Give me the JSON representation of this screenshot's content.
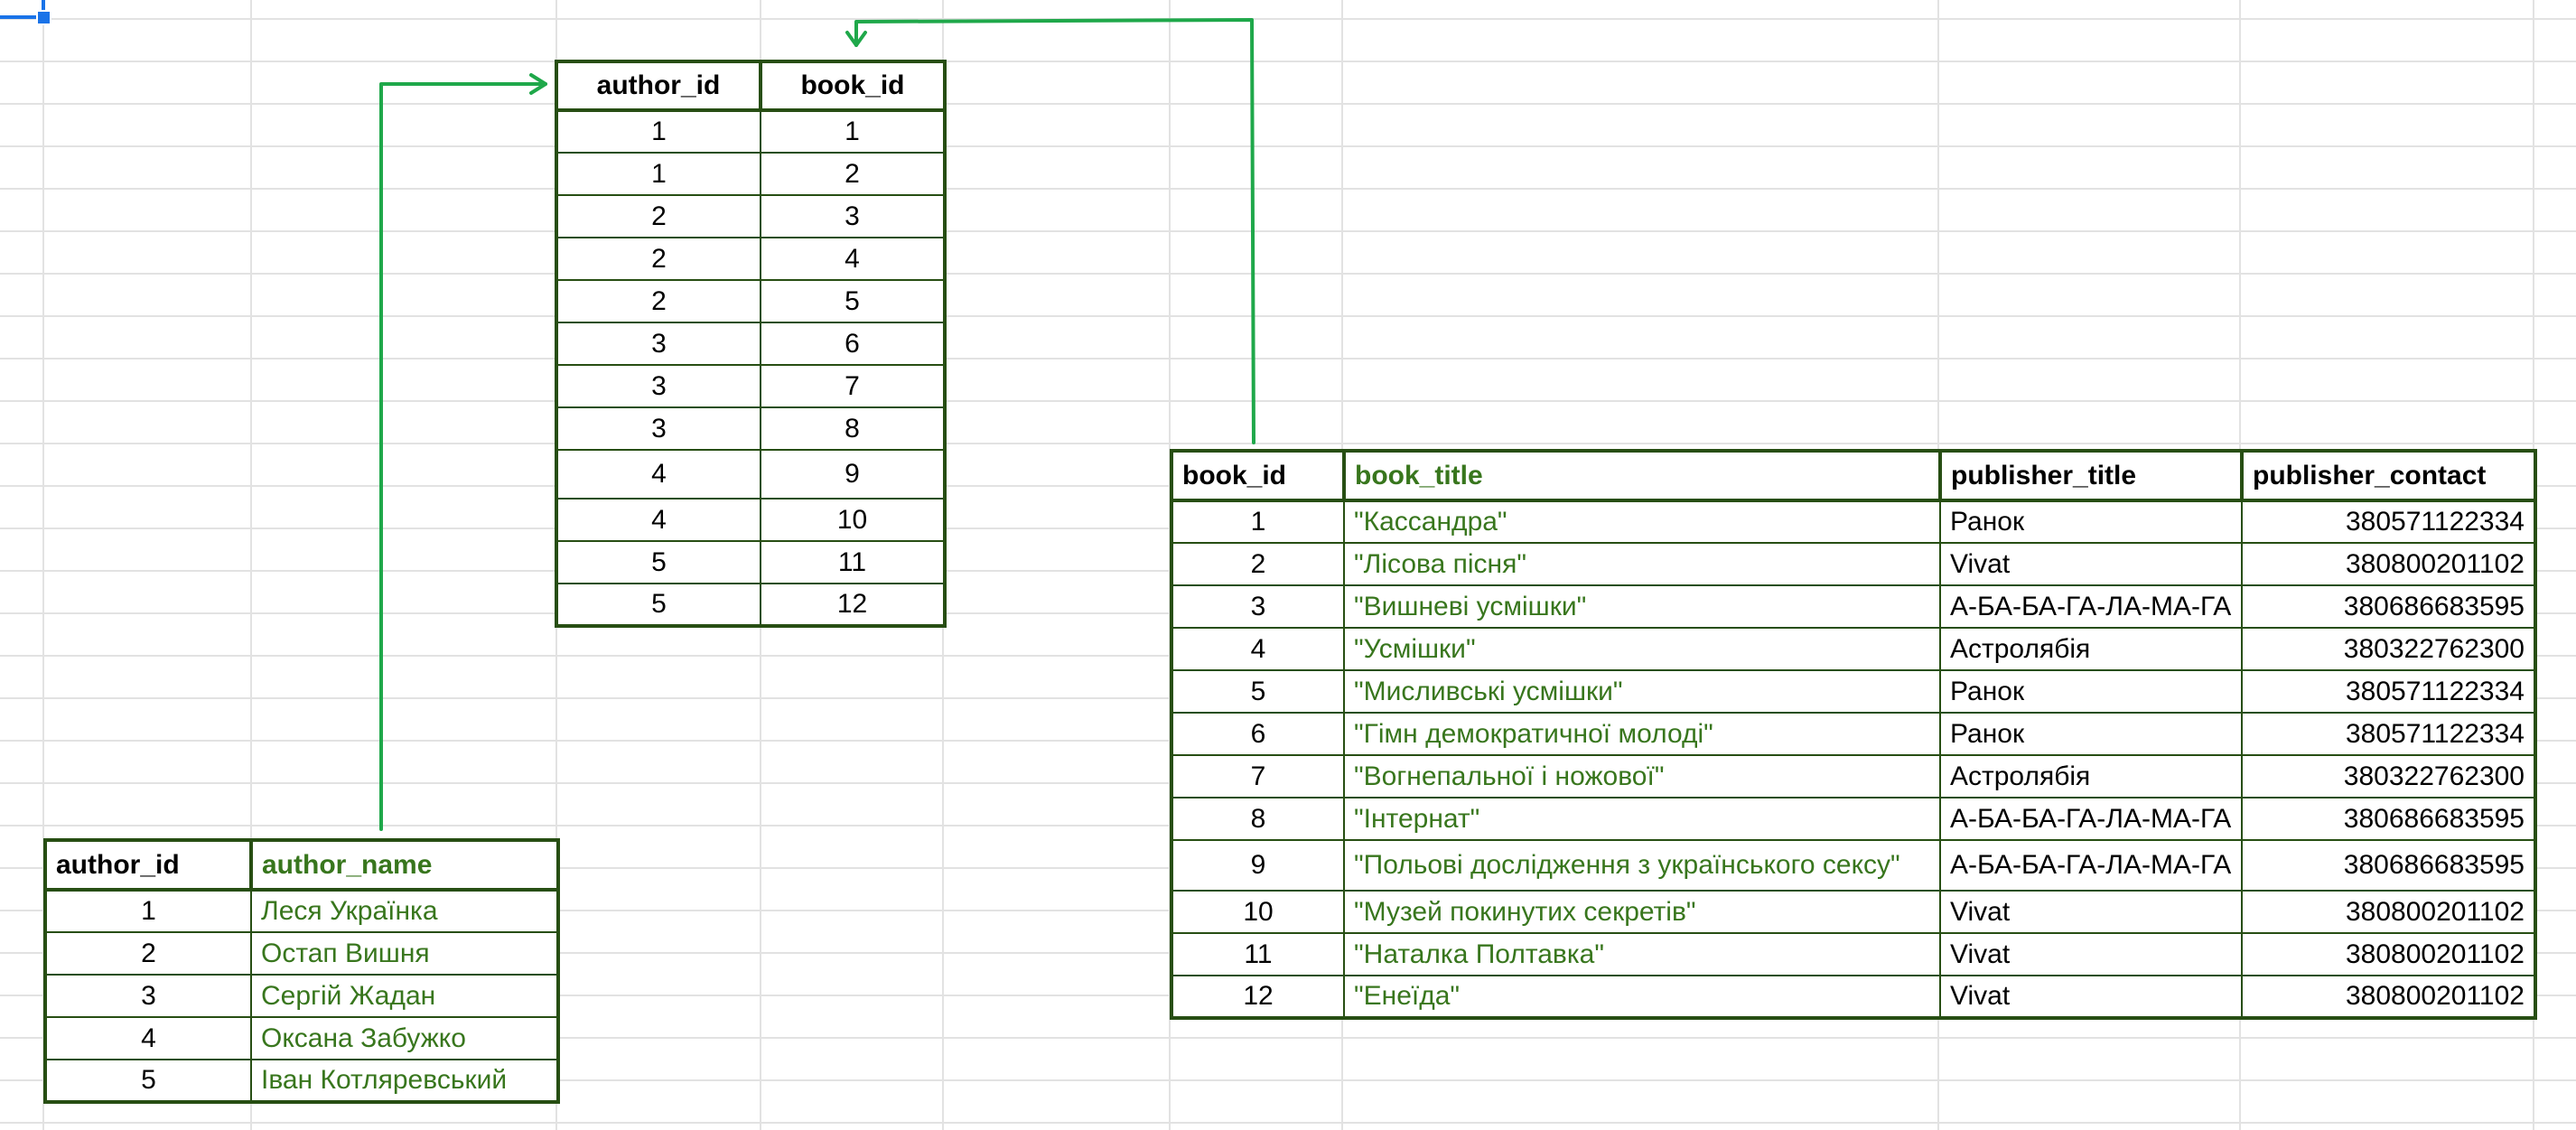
{
  "colors": {
    "border": "#274e13",
    "green_text": "#38761d",
    "arrow": "#1fa84a",
    "gridline": "#e2e2e2",
    "selection": "#1a73e8"
  },
  "authors": {
    "headers": [
      "author_id",
      "author_name"
    ],
    "rows": [
      [
        "1",
        "Леся Українка"
      ],
      [
        "2",
        "Остап Вишня"
      ],
      [
        "3",
        "Сергій Жадан"
      ],
      [
        "4",
        "Оксана Забужко"
      ],
      [
        "5",
        "Іван Котляревський"
      ]
    ]
  },
  "author_book": {
    "headers": [
      "author_id",
      "book_id"
    ],
    "rows": [
      [
        "1",
        "1"
      ],
      [
        "1",
        "2"
      ],
      [
        "2",
        "3"
      ],
      [
        "2",
        "4"
      ],
      [
        "2",
        "5"
      ],
      [
        "3",
        "6"
      ],
      [
        "3",
        "7"
      ],
      [
        "3",
        "8"
      ],
      [
        "4",
        "9"
      ],
      [
        "4",
        "10"
      ],
      [
        "5",
        "11"
      ],
      [
        "5",
        "12"
      ]
    ]
  },
  "books": {
    "headers": [
      "book_id",
      "book_title",
      "publisher_title",
      "publisher_contact"
    ],
    "rows": [
      [
        "1",
        "\"Кассандра\"",
        "Ранок",
        "380571122334"
      ],
      [
        "2",
        "\"Лісова пісня\"",
        "Vivat",
        "380800201102"
      ],
      [
        "3",
        "\"Вишневі усмішки\"",
        "А-БА-БА-ГА-ЛА-МА-ГА",
        "380686683595"
      ],
      [
        "4",
        "\"Усмішки\"",
        "Астролябія",
        "380322762300"
      ],
      [
        "5",
        "\"Мисливські усмішки\"",
        "Ранок",
        "380571122334"
      ],
      [
        "6",
        "\"Гімн демократичної молоді\"",
        "Ранок",
        "380571122334"
      ],
      [
        "7",
        "\"Вогнепальної і ножової\"",
        "Астролябія",
        "380322762300"
      ],
      [
        "8",
        "\"Інтернат\"",
        "А-БА-БА-ГА-ЛА-МА-ГА",
        "380686683595"
      ],
      [
        "9",
        "\"Польові дослідження з українського сексу\"",
        "А-БА-БА-ГА-ЛА-МА-ГА",
        "380686683595"
      ],
      [
        "10",
        "\"Музей покинутих секретів\"",
        "Vivat",
        "380800201102"
      ],
      [
        "11",
        "\"Наталка Полтавка\"",
        "Vivat",
        "380800201102"
      ],
      [
        "12",
        "\"Енеїда\"",
        "Vivat",
        "380800201102"
      ]
    ]
  }
}
